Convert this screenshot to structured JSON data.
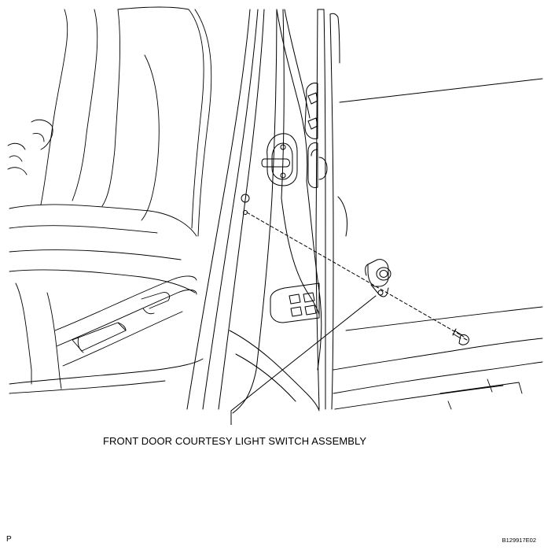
{
  "callout": {
    "label": "FRONT DOOR COURTESY LIGHT SWITCH ASSEMBLY"
  },
  "corner": {
    "left_code": "P",
    "right_code": "B129917E02"
  },
  "colors": {
    "line": "#000000",
    "background": "#ffffff"
  }
}
